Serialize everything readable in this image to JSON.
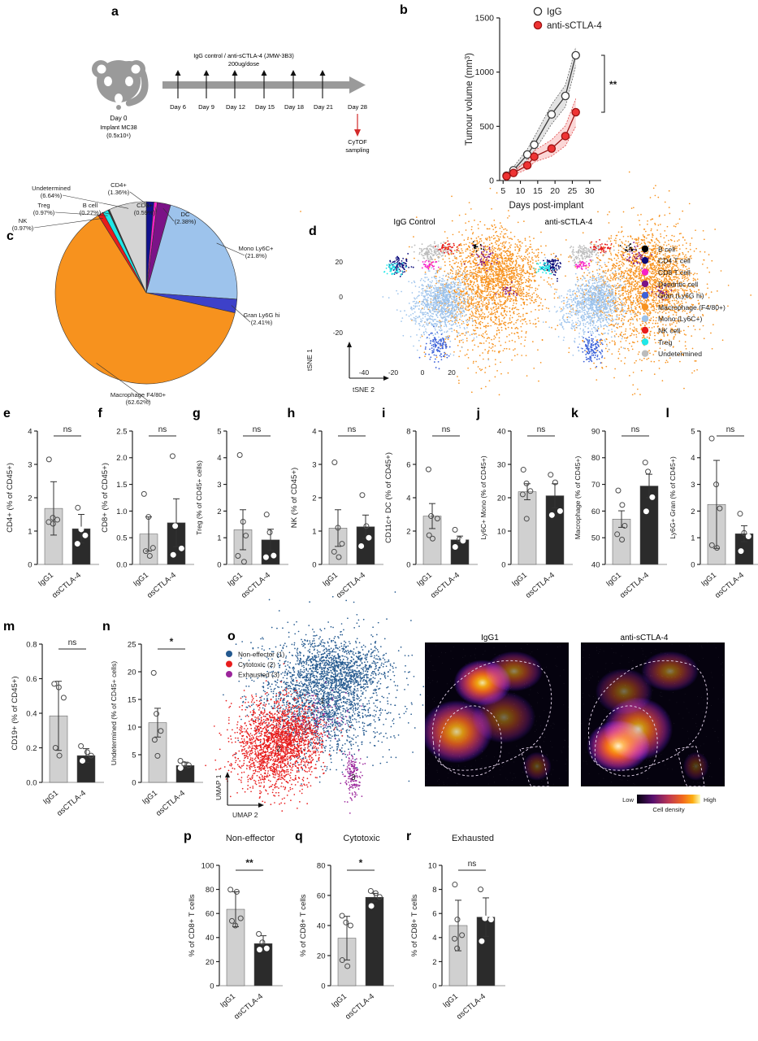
{
  "figure": {
    "panels": [
      "a",
      "b",
      "c",
      "d",
      "e",
      "f",
      "g",
      "h",
      "i",
      "j",
      "k",
      "l",
      "m",
      "n",
      "o",
      "p",
      "q",
      "r"
    ]
  },
  "panel_a": {
    "label": "a",
    "treatment_line1": "IgG control / anti-sCTLA-4 (JMW-3B3)",
    "treatment_line2": "200ug/dose",
    "mouse_l1": "Day 0",
    "mouse_l2": "Implant MC38",
    "mouse_l3": "(0.5x10⁶)",
    "days": [
      "Day 6",
      "Day 9",
      "Day 12",
      "Day 15",
      "Day 18",
      "Day 21",
      "Day 28"
    ],
    "endpoint_l1": "CyTOF",
    "endpoint_l2": "sampling",
    "arrow_color": "#9a9a9a",
    "endpoint_arrow_color": "#d32a2a"
  },
  "panel_b": {
    "label": "b",
    "chart_data": {
      "type": "line",
      "title": "",
      "xlabel": "Days post-implant",
      "ylabel": "Tumour volume (mm³)",
      "xlim": [
        4,
        31
      ],
      "ylim": [
        0,
        1500
      ],
      "xticks": [
        5,
        10,
        15,
        20,
        25,
        30
      ],
      "yticks": [
        0,
        500,
        1000,
        1500
      ],
      "x": [
        6,
        8,
        12,
        14,
        19,
        23,
        26
      ],
      "series": [
        {
          "name": "IgG",
          "color": "#ffffff",
          "edge": "#3a3a3a",
          "values": [
            45,
            95,
            240,
            330,
            610,
            780,
            1155
          ],
          "band_lo": [
            30,
            70,
            195,
            270,
            520,
            680,
            1060
          ],
          "band_hi": [
            60,
            125,
            290,
            400,
            700,
            880,
            1230
          ]
        },
        {
          "name": "anti-sCTLA-4",
          "color": "#ee3333",
          "edge": "#9b1111",
          "values": [
            40,
            70,
            140,
            220,
            295,
            410,
            630
          ],
          "band_lo": [
            28,
            52,
            105,
            170,
            225,
            320,
            500
          ],
          "band_hi": [
            52,
            92,
            180,
            275,
            375,
            505,
            755
          ]
        }
      ],
      "legend": [
        "IgG",
        "anti-sCTLA-4"
      ],
      "significance": "**",
      "grid": false,
      "legend_position": "top-right"
    }
  },
  "panel_c": {
    "label": "c",
    "chart_data": {
      "type": "pie",
      "title": "",
      "labels": [
        "CD4+",
        "CD8+",
        "DC",
        "Mono Ly6C+",
        "Gran Ly6G hi",
        "Macrophage F4/80+",
        "NK",
        "Treg",
        "B cell",
        "Undetermined"
      ],
      "values": [
        1.36,
        0.59,
        2.38,
        21.8,
        2.41,
        62.62,
        0.97,
        0.97,
        0.27,
        6.64
      ],
      "value_strings": [
        "1.36%",
        "0.59%",
        "2.38%",
        "21.8%",
        "2.41%",
        "62.62%",
        "0.97%",
        "0.97%",
        "0.27%",
        "6.64%"
      ],
      "colors": [
        "#10108c",
        "#f71fc6",
        "#7b1387",
        "#9dc3ec",
        "#3d41c9",
        "#f7921e",
        "#e81c1c",
        "#1fe8e8",
        "#3a3a3a",
        "#d4d4d4"
      ]
    },
    "callouts": [
      {
        "text1": "Undetermined",
        "text2": "(6.64%)"
      },
      {
        "text1": "CD4+",
        "text2": "(1.36%)"
      },
      {
        "text1": "Treg",
        "text2": "(0.97%)"
      },
      {
        "text1": "B cell",
        "text2": "(0.27%)"
      },
      {
        "text1": "CD8+",
        "text2": "(0.59%)"
      },
      {
        "text1": "NK",
        "text2": "(0.97%)"
      },
      {
        "text1": "DC",
        "text2": "(2.38%)"
      },
      {
        "text1": "Mono Ly6C+",
        "text2": "(21.8%)"
      },
      {
        "text1": "Gran Ly6G hi",
        "text2": "(2.41%)"
      },
      {
        "text1": "Macrophage F4/80+",
        "text2": "(62.62%)"
      }
    ]
  },
  "panel_d": {
    "label": "d",
    "left_title": "IgG Control",
    "right_title": "anti-sCTLA-4",
    "axis_x_label": "tSNE 2",
    "axis_y_label": "tSNE 1",
    "xticks": [
      "-40",
      "-20",
      "0",
      "20"
    ],
    "yticks": [
      "20",
      "0",
      "-20"
    ],
    "legend": [
      {
        "label": "B cell",
        "color": "#000000"
      },
      {
        "label": "CD4 T cell",
        "color": "#0b0b7a"
      },
      {
        "label": "CD8 T cell",
        "color": "#f71fc6"
      },
      {
        "label": "Dendritic cell",
        "color": "#7b1387"
      },
      {
        "label": "Gran (Ly6G hi)",
        "color": "#3d62d9"
      },
      {
        "label": "Macrophage (F4/80+)",
        "color": "#f7921e"
      },
      {
        "label": "Mono (Ly6C+)",
        "color": "#9dc3ec"
      },
      {
        "label": "NK cell",
        "color": "#e81c1c"
      },
      {
        "label": "Treg",
        "color": "#1fe8e8"
      },
      {
        "label": "Undetermined",
        "color": "#bcbcbc"
      }
    ]
  },
  "bar_panels": [
    {
      "label": "e",
      "ylabel": "CD4+ (% of CD45+)",
      "sig": "ns",
      "yticks": [
        "0",
        "1",
        "2",
        "3",
        "4"
      ],
      "ymin": 0,
      "ymax": 4,
      "groups": [
        {
          "name": "IgG1",
          "fill": "#d0d0d0",
          "mean": 1.68,
          "err": 0.8,
          "points": [
            3.15,
            1.4,
            1.34,
            1.27,
            1.22
          ]
        },
        {
          "name": "αsCTLA-4",
          "fill": "#2b2b2b",
          "mean": 1.07,
          "err": 0.43,
          "points": [
            1.7,
            1.05,
            0.87,
            0.62
          ]
        }
      ]
    },
    {
      "label": "f",
      "ylabel": "CD8+ (% of CD45+)",
      "sig": "ns",
      "yticks": [
        "0.0",
        "0.5",
        "1.0",
        "1.5",
        "2.0",
        "2.5"
      ],
      "ymin": 0,
      "ymax": 2.5,
      "groups": [
        {
          "name": "IgG1",
          "fill": "#d0d0d0",
          "mean": 0.57,
          "err": 0.32,
          "points": [
            1.32,
            0.89,
            0.31,
            0.25,
            0.16
          ]
        },
        {
          "name": "αsCTLA-4",
          "fill": "#2b2b2b",
          "mean": 0.78,
          "err": 0.45,
          "points": [
            2.03,
            0.72,
            0.3,
            0.18
          ]
        }
      ]
    },
    {
      "label": "g",
      "ylabel": "Treg (% of CD45+ cells)",
      "sig": "ns",
      "yticks": [
        "0",
        "1",
        "2",
        "3",
        "4",
        "5"
      ],
      "ymin": 0,
      "ymax": 5,
      "groups": [
        {
          "name": "IgG1",
          "fill": "#d0d0d0",
          "mean": 1.3,
          "err": 0.75,
          "points": [
            4.1,
            1.6,
            1.08,
            0.32,
            0.1
          ]
        },
        {
          "name": "αsCTLA-4",
          "fill": "#2b2b2b",
          "mean": 0.92,
          "err": 0.4,
          "points": [
            1.87,
            1.2,
            0.33,
            0.27
          ]
        }
      ]
    },
    {
      "label": "h",
      "ylabel": "NK (% of CD45+)",
      "sig": "ns",
      "yticks": [
        "0",
        "1",
        "2",
        "3",
        "4"
      ],
      "ymin": 0,
      "ymax": 4,
      "groups": [
        {
          "name": "IgG1",
          "fill": "#d0d0d0",
          "mean": 1.09,
          "err": 0.55,
          "points": [
            3.06,
            1.1,
            0.62,
            0.38,
            0.22
          ]
        },
        {
          "name": "αsCTLA-4",
          "fill": "#2b2b2b",
          "mean": 1.13,
          "err": 0.35,
          "points": [
            2.08,
            1.15,
            0.8,
            0.55
          ]
        }
      ]
    },
    {
      "label": "i",
      "ylabel": "CD11c+ DC (% of CD45+)",
      "sig": "ns",
      "yticks": [
        "0",
        "2",
        "4",
        "6",
        "8"
      ],
      "ymin": 0,
      "ymax": 8,
      "groups": [
        {
          "name": "IgG1",
          "fill": "#d0d0d0",
          "mean": 2.9,
          "err": 0.75,
          "points": [
            5.7,
            2.9,
            2.75,
            1.75,
            1.55
          ]
        },
        {
          "name": "αsCTLA-4",
          "fill": "#2b2b2b",
          "mean": 1.48,
          "err": 0.22,
          "points": [
            2.08,
            1.52,
            1.42,
            1.05
          ]
        }
      ]
    },
    {
      "label": "j",
      "ylabel": "Ly6C+ Mono (% of CD45+)",
      "sig": "ns",
      "yticks": [
        "0",
        "10",
        "20",
        "30",
        "40"
      ],
      "ymin": 0,
      "ymax": 40,
      "groups": [
        {
          "name": "IgG1",
          "fill": "#d0d0d0",
          "mean": 21.8,
          "err": 2.4,
          "points": [
            28.4,
            24.3,
            22.0,
            21.0,
            13.7
          ]
        },
        {
          "name": "αsCTLA-4",
          "fill": "#2b2b2b",
          "mean": 20.6,
          "err": 3.6,
          "points": [
            26.9,
            24.6,
            16.0,
            14.8
          ]
        }
      ]
    },
    {
      "label": "k",
      "ylabel": "Macrophage (% of CD45+)",
      "sig": "ns",
      "yticks": [
        "40",
        "50",
        "60",
        "70",
        "80",
        "90"
      ],
      "ymin": 40,
      "ymax": 90,
      "groups": [
        {
          "name": "IgG1",
          "fill": "#d0d0d0",
          "mean": 57.0,
          "err": 3.1,
          "points": [
            67.7,
            62.3,
            54.5,
            51.3,
            49.3
          ]
        },
        {
          "name": "αsCTLA-4",
          "fill": "#2b2b2b",
          "mean": 69.4,
          "err": 4.4,
          "points": [
            78.2,
            74.8,
            65.2,
            59.9
          ]
        }
      ]
    },
    {
      "label": "l",
      "ylabel": "Ly6G+ Gran (% of CD45+)",
      "sig": "ns",
      "yticks": [
        "0",
        "1",
        "2",
        "3",
        "4",
        "5"
      ],
      "ymin": 0,
      "ymax": 5,
      "groups": [
        {
          "name": "IgG1",
          "fill": "#d0d0d0",
          "mean": 2.25,
          "err": 1.65,
          "points": [
            4.72,
            3.0,
            2.1,
            0.72,
            0.62
          ]
        },
        {
          "name": "αsCTLA-4",
          "fill": "#2b2b2b",
          "mean": 1.15,
          "err": 0.3,
          "points": [
            1.9,
            1.18,
            1.05,
            0.5
          ]
        }
      ]
    }
  ],
  "bar_panels_2": [
    {
      "label": "m",
      "ylabel": "CD19+ (% of CD45+)",
      "sig": "ns",
      "yticks": [
        "0.0",
        "0.2",
        "0.4",
        "0.6",
        "0.8"
      ],
      "ymin": 0,
      "ymax": 0.8,
      "groups": [
        {
          "name": "IgG1",
          "fill": "#d0d0d0",
          "mean": 0.385,
          "err": 0.2,
          "points": [
            0.57,
            0.55,
            0.49,
            0.2,
            0.155
          ]
        },
        {
          "name": "αsCTLA-4",
          "fill": "#2b2b2b",
          "mean": 0.155,
          "err": 0.04,
          "points": [
            0.21,
            0.175,
            0.155,
            0.125
          ]
        }
      ]
    },
    {
      "label": "n",
      "ylabel": "Undetermined (% of CD45+ cells)",
      "sig": "*",
      "yticks": [
        "0",
        "5",
        "10",
        "15",
        "20",
        "25"
      ],
      "ymin": 0,
      "ymax": 25,
      "groups": [
        {
          "name": "IgG1",
          "fill": "#d0d0d0",
          "mean": 10.8,
          "err": 2.6,
          "points": [
            19.8,
            12.4,
            9.3,
            7.7,
            4.8
          ]
        },
        {
          "name": "αsCTLA-4",
          "fill": "#2b2b2b",
          "mean": 3.05,
          "err": 0.6,
          "points": [
            3.9,
            3.3,
            3.1,
            2.6
          ]
        }
      ]
    }
  ],
  "panel_o": {
    "label": "o",
    "umap_x": "UMAP 2",
    "umap_y": "UMAP 1",
    "legend": [
      {
        "label": "Non-effector (1)",
        "color": "#24598f"
      },
      {
        "label": "Cytotoxic (2)",
        "color": "#e81c1c"
      },
      {
        "label": "Exhausted (3)",
        "color": "#9b259b"
      }
    ],
    "cluster_numbers": [
      "1",
      "2",
      "3"
    ],
    "heatmap_left_title": "IgG1",
    "heatmap_right_title": "anti-sCTLA-4",
    "colorbar_low": "Low",
    "colorbar_high": "High",
    "colorbar_caption": "Cell density"
  },
  "bar_panels_3": [
    {
      "label": "p",
      "title": "Non-effector",
      "ylabel": "% of CD8+ T cells",
      "sig": "**",
      "yticks": [
        "0",
        "20",
        "40",
        "60",
        "80",
        "100"
      ],
      "ymin": 0,
      "ymax": 100,
      "groups": [
        {
          "name": "IgG1",
          "fill": "#d0d0d0",
          "mean": 63.5,
          "err": 14.5,
          "points": [
            79.8,
            78.0,
            56.0,
            53.8,
            50.0
          ]
        },
        {
          "name": "αsCTLA-4",
          "fill": "#2b2b2b",
          "mean": 35.0,
          "err": 6.5,
          "points": [
            43.0,
            36.0,
            31.0,
            30.0
          ]
        }
      ]
    },
    {
      "label": "q",
      "title": "Cytotoxic",
      "ylabel": "% of CD8+ T cells",
      "sig": "*",
      "yticks": [
        "0",
        "20",
        "40",
        "60",
        "80"
      ],
      "ymin": 0,
      "ymax": 80,
      "groups": [
        {
          "name": "IgG1",
          "fill": "#d0d0d0",
          "mean": 31.6,
          "err": 14.5,
          "points": [
            46.5,
            42.0,
            40.0,
            17.0,
            13.0
          ]
        },
        {
          "name": "αsCTLA-4",
          "fill": "#2b2b2b",
          "mean": 58.8,
          "err": 2.6,
          "points": [
            63.0,
            61.5,
            59.0,
            53.0
          ]
        }
      ]
    },
    {
      "label": "r",
      "title": "Exhausted",
      "ylabel": "% of CD8+ T cells",
      "sig": "ns",
      "yticks": [
        "0",
        "2",
        "4",
        "6",
        "8",
        "10"
      ],
      "ymin": 0,
      "ymax": 10,
      "groups": [
        {
          "name": "IgG1",
          "fill": "#d0d0d0",
          "mean": 5.0,
          "err": 2.1,
          "points": [
            8.4,
            5.5,
            4.2,
            3.9,
            3.1
          ]
        },
        {
          "name": "αsCTLA-4",
          "fill": "#2b2b2b",
          "mean": 5.7,
          "err": 1.6,
          "points": [
            8.0,
            5.6,
            5.5,
            3.7
          ]
        }
      ]
    }
  ]
}
